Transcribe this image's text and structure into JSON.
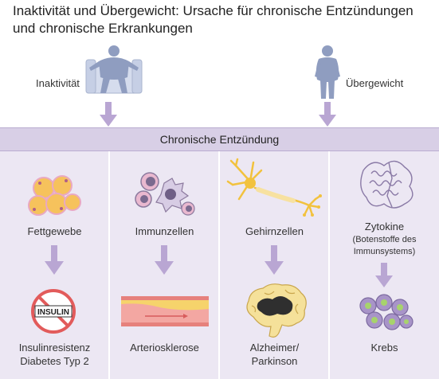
{
  "title_line1": "Inaktivität und Übergewicht: Ursache für chronische Entzündungen",
  "title_line2": "und chronische Erkrankungen",
  "risks": {
    "inactivity": "Inaktivität",
    "overweight": "Übergewicht"
  },
  "band_label": "Chronische Entzündung",
  "columns": [
    {
      "tissue": "Fettgewebe",
      "disease_line1": "Insulinresistenz",
      "disease_line2": "Diabetes Typ 2",
      "badge": "INSULIN"
    },
    {
      "tissue": "Immunzellen",
      "disease_line1": "Arteriosklerose"
    },
    {
      "tissue": "Gehirnzellen",
      "disease_line1": "Alzheimer/",
      "disease_line2": "Parkinson"
    },
    {
      "tissue": "Zytokine",
      "tissue_note_line1": "(Botenstoffe des",
      "tissue_note_line2": "Immunsystems)",
      "disease_line1": "Krebs"
    }
  ],
  "colors": {
    "band": "#d8cfe6",
    "panel": "#ece7f3",
    "arrow": "#b9a6d3",
    "figure": "#9aa8c8"
  }
}
